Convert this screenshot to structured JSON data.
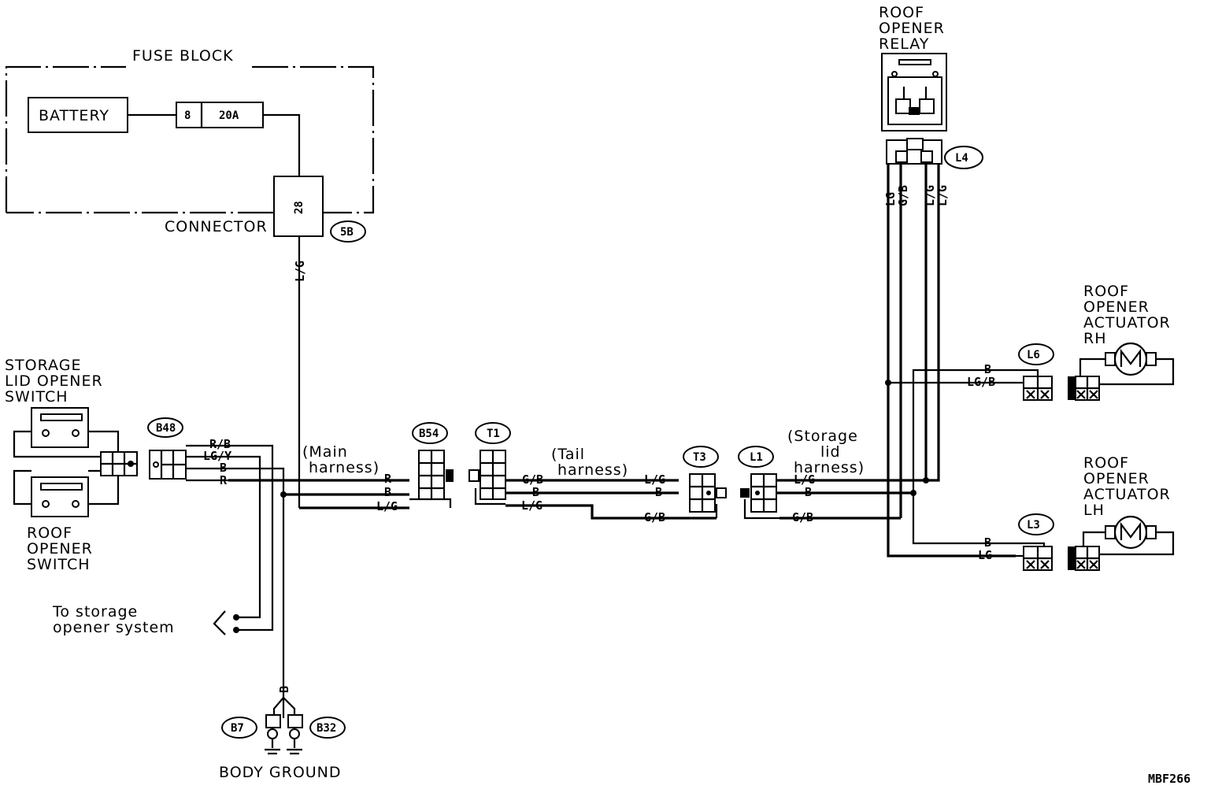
{
  "fuse_block": {
    "title": "FUSE BLOCK",
    "battery": "BATTERY",
    "fuse_no": "8",
    "fuse_rating": "20A",
    "connector_label": "CONNECTOR",
    "connector_pin": "28",
    "connector_id": "5B"
  },
  "relay": {
    "line1": "ROOF",
    "line2": "OPENER",
    "line3": "RELAY",
    "connector_id": "L4",
    "wires": [
      "LG",
      "G/B",
      "L/G",
      "L/G"
    ]
  },
  "storage_switch": {
    "line1": "STORAGE",
    "line2": "LID OPENER",
    "line3": "SWITCH"
  },
  "roof_switch": {
    "line1": "ROOF",
    "line2": "OPENER",
    "line3": "SWITCH"
  },
  "actuator_rh": {
    "line1": "ROOF",
    "line2": "OPENER",
    "line3": "ACTUATOR",
    "line4": "RH",
    "connector_id": "L6",
    "wire1": "B",
    "wire2": "LG/B"
  },
  "actuator_lh": {
    "line1": "ROOF",
    "line2": "OPENER",
    "line3": "ACTUATOR",
    "line4": "LH",
    "connector_id": "L3",
    "wire1": "B",
    "wire2": "LG"
  },
  "connectors": {
    "b48": "B48",
    "b54": "B54",
    "t1": "T1",
    "t3": "T3",
    "l1": "L1",
    "b7": "B7",
    "b32": "B32"
  },
  "wires": {
    "fuse_out": "L/G",
    "b48_1": "R/B",
    "b48_2": "LG/Y",
    "b48_3": "B",
    "b48_4": "R",
    "b54_1": "R",
    "b54_2": "B",
    "b54_3": "L/G",
    "t1_1": "G/B",
    "t1_2": "B",
    "t1_3": "L/G",
    "t3_1": "L/G",
    "t3_2": "B",
    "t3_3": "G/B",
    "l1_1": "L/G",
    "l1_2": "B",
    "l1_3": "G/B",
    "ground": "B"
  },
  "harness": {
    "main1": "(Main",
    "main2": "harness)",
    "tail1": "(Tail",
    "tail2": "harness)",
    "storage1": "(Storage",
    "storage2": "lid",
    "storage3": "harness)"
  },
  "storage_system": {
    "line1": "To storage",
    "line2": "opener system"
  },
  "body_ground": "BODY GROUND",
  "figure_code": "MBF266"
}
